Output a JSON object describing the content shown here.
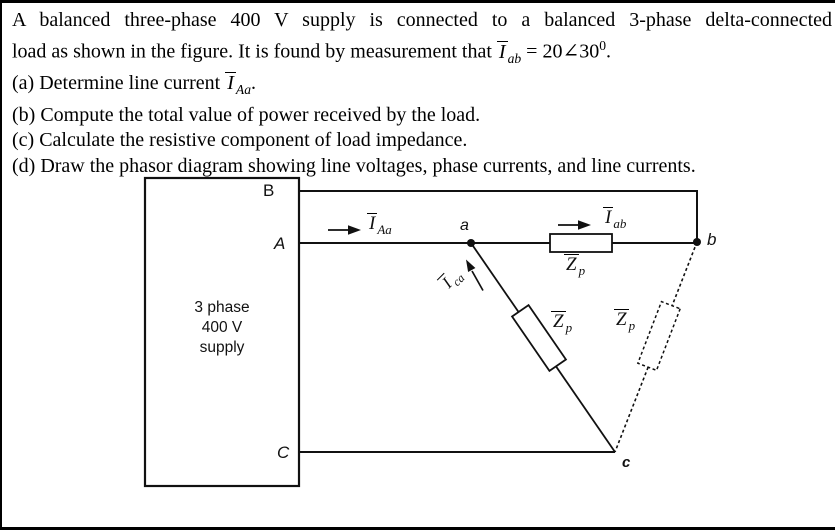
{
  "problem": {
    "intro_line1": "A balanced three-phase 400 V supply is connected to a balanced 3-phase delta-connected",
    "intro_line2_pre": "load as shown in the figure. It is found by measurement that ",
    "intro_current_symbol": "I",
    "intro_current_subscript": "ab",
    "intro_line2_mid": " = 20∠30",
    "intro_superscript": "0",
    "intro_line2_end": ".",
    "items": [
      {
        "label": "(a)",
        "pre": " Determine line current ",
        "symbol": "I",
        "subscript": "Aa",
        "post": "."
      },
      {
        "label": "(b)",
        "text": " Compute the total value of power received by the load."
      },
      {
        "label": "(c)",
        "text": " Calculate the resistive component of load impedance."
      },
      {
        "label": "(d)",
        "text": " Draw the phasor diagram showing line voltages, phase currents, and line currents."
      }
    ]
  },
  "figure": {
    "supply_line1": "3 phase",
    "supply_line2": "400 V",
    "supply_line3": "supply",
    "terminal_B": "B",
    "terminal_A": "A",
    "terminal_C": "C",
    "node_a": "a",
    "node_b": "b",
    "node_c": "c",
    "current_Aa_symbol": "I",
    "current_Aa_subscript": "Aa",
    "current_ab_symbol": "I",
    "current_ab_subscript": "ab",
    "current_ca_symbol": "I",
    "current_ca_subscript": "ca",
    "impedance_ab_symbol": "Z",
    "impedance_ab_subscript": "p",
    "impedance_ac_symbol": "Z",
    "impedance_ac_subscript": "p",
    "impedance_bc_symbol": "Z",
    "impedance_bc_subscript": "p",
    "line_color": "#111111",
    "background_color": "#ffffff"
  }
}
